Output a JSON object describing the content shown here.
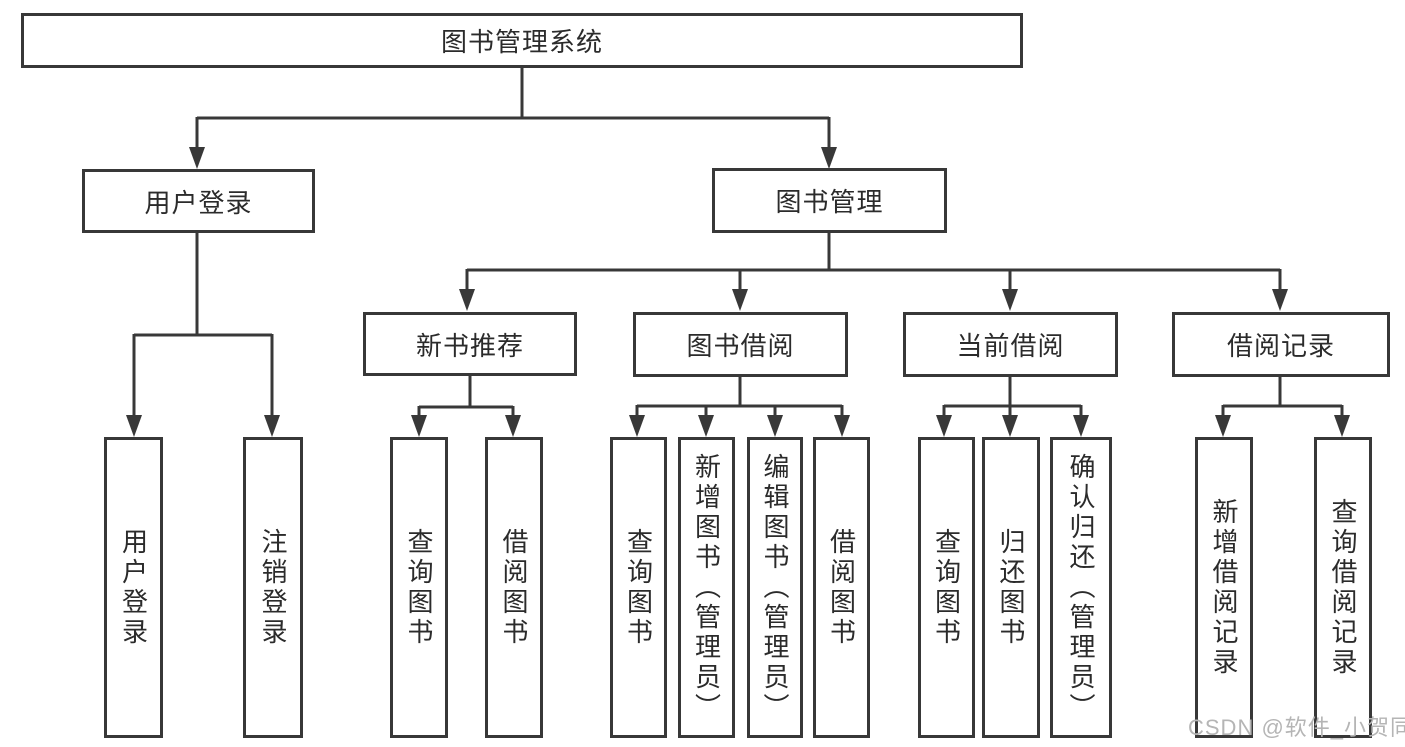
{
  "nodes": {
    "root": "图书管理系统",
    "user_login": "用户登录",
    "book_management": "图书管理",
    "new_book_recommend": "新书推荐",
    "book_borrow": "图书借阅",
    "current_borrow": "当前借阅",
    "borrow_record": "借阅记录",
    "leaf_user_login": "用户登录",
    "leaf_logout": "注销登录",
    "leaf_nb_query_books": "查询图书",
    "leaf_nb_borrow_books": "借阅图书",
    "leaf_bb_query_books": "查询图书",
    "leaf_bb_add_books": "新增图书（管理员）",
    "leaf_bb_edit_books": "编辑图书（管理员）",
    "leaf_bb_borrow_books": "借阅图书",
    "leaf_cb_query_books": "查询图书",
    "leaf_cb_return_books": "归还图书",
    "leaf_cb_confirm_return": "确认归还（管理员）",
    "leaf_br_add_record": "新增借阅记录",
    "leaf_br_query_record": "查询借阅记录"
  },
  "watermark": "CSDN @软件_小贺同学",
  "colors": {
    "line": "#383838",
    "text": "#2b2b2b",
    "watermark": "#b5b5b5",
    "background": "#ffffff"
  }
}
